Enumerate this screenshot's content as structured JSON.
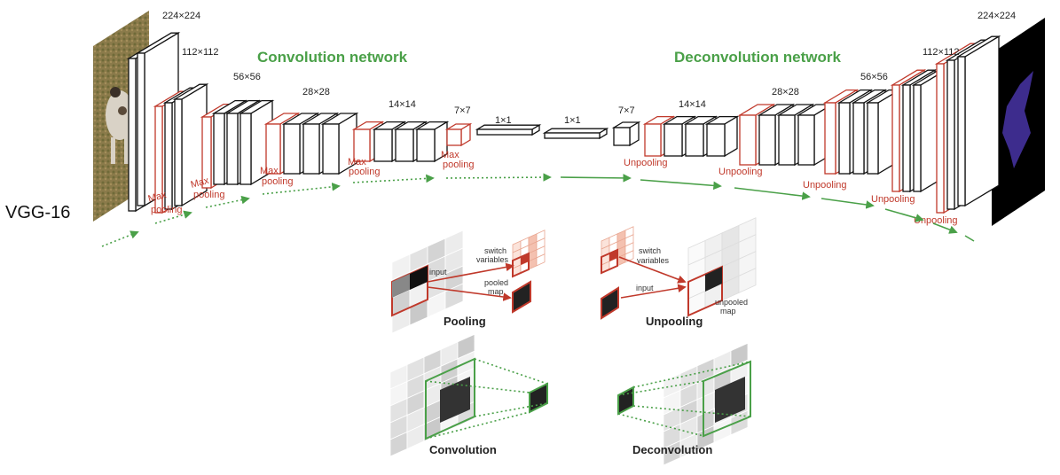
{
  "model_label": "VGG-16",
  "titles": {
    "conv": "Convolution network",
    "deconv": "Deconvolution network"
  },
  "sizes": {
    "s224": "224×224",
    "s112": "112×112",
    "s56": "56×56",
    "s28": "28×28",
    "s14": "14×14",
    "s7": "7×7",
    "s1": "1×1"
  },
  "ops": {
    "max": "Max",
    "pooling": "pooling",
    "unpooling": "Unpooling"
  },
  "panels": {
    "pooling": {
      "caption": "Pooling",
      "input": "input",
      "switch1": "switch",
      "switch2": "variables",
      "pooled1": "pooled",
      "pooled2": "map"
    },
    "unpooling": {
      "caption": "Unpooling",
      "input": "input",
      "switch1": "switch",
      "switch2": "variables",
      "unpooled1": "unpooled",
      "unpooled2": "map"
    },
    "convolution": {
      "caption": "Convolution"
    },
    "deconvolution": {
      "caption": "Deconvolution"
    }
  },
  "colors": {
    "red": "#c0392b",
    "green": "#4aa048",
    "dark": "#222222"
  }
}
